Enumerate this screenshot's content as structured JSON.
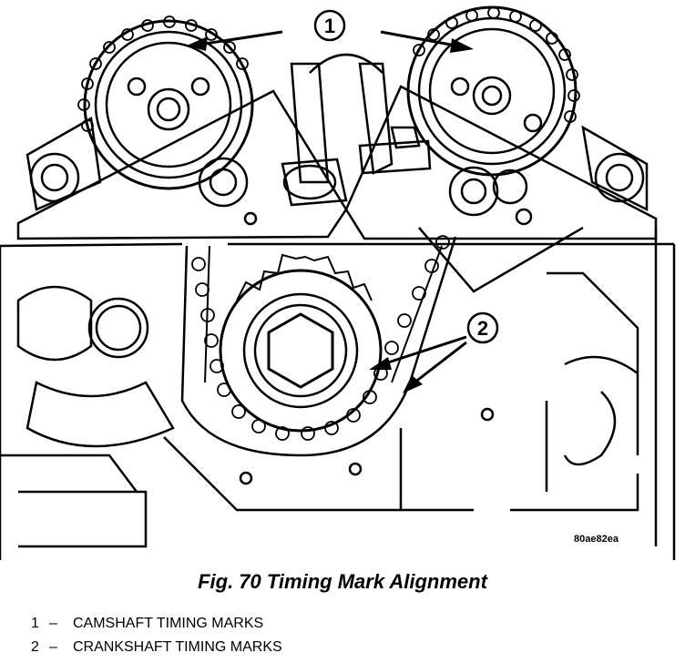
{
  "figure": {
    "caption": "Fig. 70 Timing Mark Alignment",
    "image_code": "80ae82ea",
    "callouts": [
      "1",
      "2"
    ]
  },
  "legend": [
    {
      "number": "1",
      "separator": "–",
      "label": "CAMSHAFT TIMING MARKS"
    },
    {
      "number": "2",
      "separator": "–",
      "label": "CRANKSHAFT TIMING MARKS"
    }
  ]
}
